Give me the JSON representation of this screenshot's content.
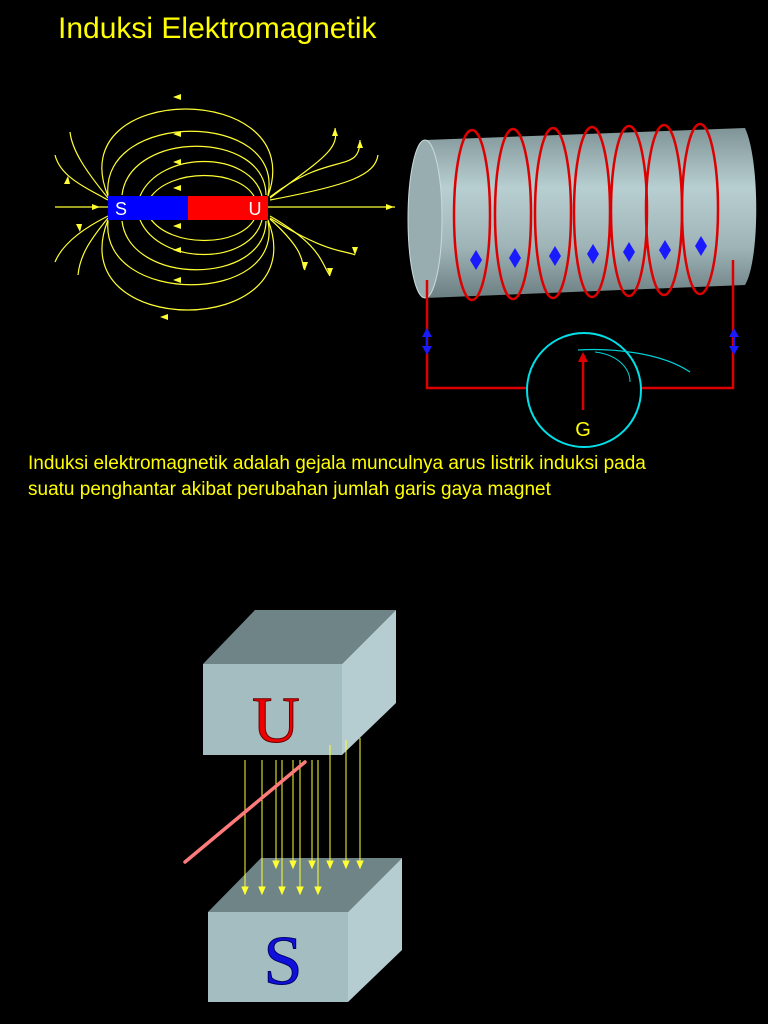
{
  "title": "Induksi Elektromagnetik",
  "description": {
    "line1": "Induksi elektromagnetik adalah gejala munculnya arus listrik induksi pada",
    "line2": "suatu penghantar akibat perubahan jumlah garis gaya magnet"
  },
  "bar_magnet": {
    "south_label": "S",
    "north_label": "U",
    "south_color": "#0000ff",
    "north_color": "#ff0000"
  },
  "galvanometer": {
    "label": "G",
    "ring_color": "#00ffff"
  },
  "block_magnet": {
    "north_label": "U",
    "south_label": "S"
  },
  "colors": {
    "background": "#000000",
    "text": "#ffff00",
    "field_lines": "#ffff33",
    "coil_wire": "#dd0000",
    "current_arrows": "#1a1aff",
    "conductor": "#ff7a7a",
    "block": "#a8c4c8"
  }
}
